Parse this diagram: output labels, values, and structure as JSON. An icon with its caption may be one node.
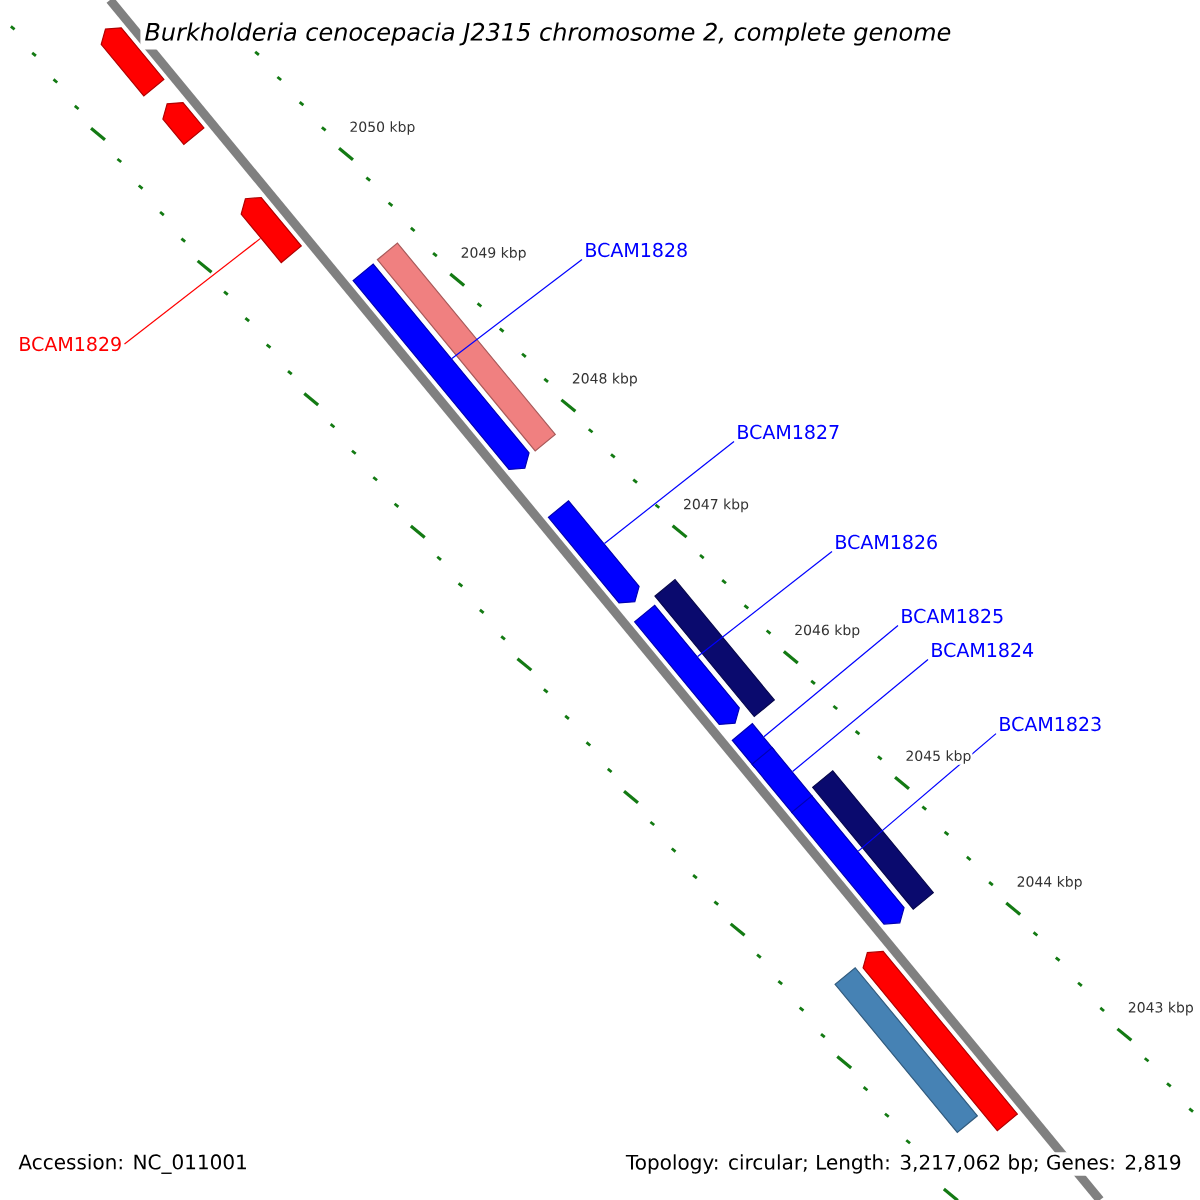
{
  "diagram": {
    "title": "Burkholderia cenocepacia J2315 chromosome 2, complete genome",
    "nodes": [
      {
        "text": [],
        "shape": "bar"
      },
      {
        "text": [],
        "shape": "bar"
      },
      {
        "text": [],
        "shape": "bar"
      },
      {
        "text": [],
        "shape": "bar"
      },
      {
        "text": [],
        "shape": "bar"
      },
      {
        "text": [],
        "shape": "bar"
      },
      {
        "text": [],
        "shape": "bar"
      },
      {
        "text": [],
        "shape": "bar"
      },
      {
        "text": [],
        "shape": "bar"
      },
      {
        "text": [],
        "shape": "bar"
      },
      {
        "text": [],
        "shape": "bar"
      },
      {
        "text": [],
        "shape": "bar"
      },
      {
        "text": [],
        "shape": "bar"
      },
      {
        "text": [],
        "shape": "bar"
      },
      {
        "text": [
          "BCAM1829"
        ]
      },
      {
        "text": [
          "BCAM1828"
        ]
      },
      {
        "text": [
          "BCAM1827"
        ]
      },
      {
        "text": [
          "BCAM1826"
        ]
      },
      {
        "text": [
          "BCAM1825"
        ]
      },
      {
        "text": [
          "BCAM1824"
        ]
      },
      {
        "text": [
          "BCAM1823"
        ]
      }
    ],
    "edges": [
      {
        "from": 14,
        "to": 2,
        "arrow": "none",
        "color": "#ff0000"
      },
      {
        "from": 15,
        "to": 4,
        "arrow": "none"
      },
      {
        "from": 16,
        "to": 5,
        "arrow": "none"
      },
      {
        "from": 17,
        "to": 7,
        "arrow": "none"
      },
      {
        "from": 18,
        "to": 8,
        "arrow": "none"
      },
      {
        "from": 19,
        "to": 9,
        "arrow": "none"
      },
      {
        "from": 20,
        "to": 11,
        "arrow": "none"
      }
    ],
    "labels": [
      "2050 kbp",
      "2049 kbp",
      "2048 kbp",
      "2047 kbp",
      "2046 kbp",
      "2045 kbp",
      "2044 kbp",
      "2043 kbp",
      "Accession: NC_011001",
      "Topology: circular; Length: 3,217,062 bp; Genes: 2,819"
    ]
  }
}
